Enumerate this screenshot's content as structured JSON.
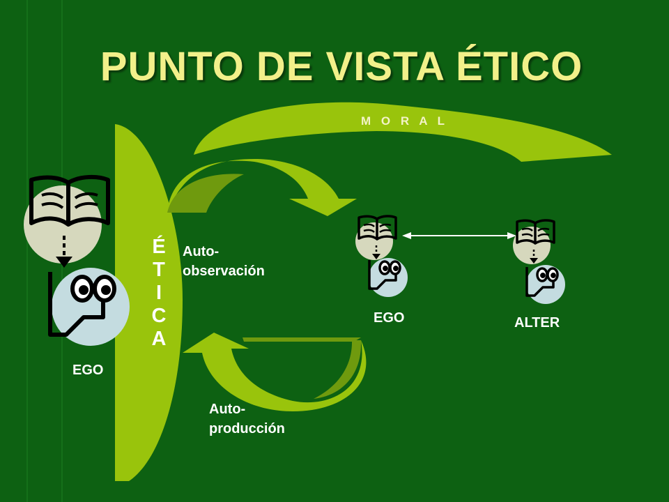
{
  "title": "PUNTO DE VISTA ÉTICO",
  "labels": {
    "moral": "M O R A L",
    "etica": "É\nT\nI\nC\nA",
    "auto_observacion": "Auto-\nobservación",
    "auto_produccion": "Auto-\nproducción",
    "ego_left": "EGO",
    "ego_middle": "EGO",
    "alter": "ALTER"
  },
  "colors": {
    "background": "#0d6112",
    "arrow_light": "#99c40c",
    "arrow_dark": "#6f9a0e",
    "title": "#f2f08a",
    "head": "#c4dce0",
    "thought_bubble": "#d6d8bd"
  },
  "icons": [
    "book-icon",
    "person-head-icon",
    "double-arrow-icon"
  ]
}
